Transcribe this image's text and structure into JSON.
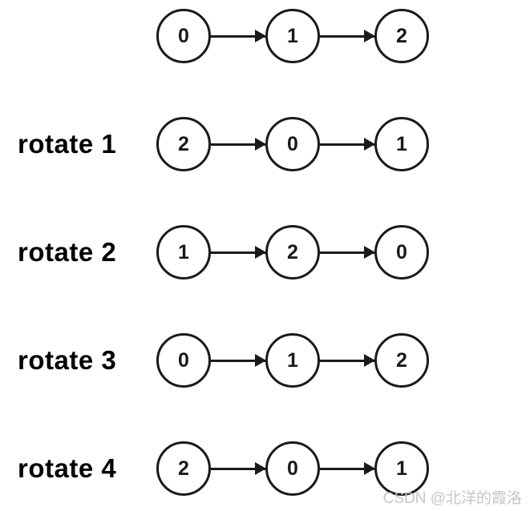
{
  "diagram": {
    "description": "linked-list rotation states",
    "stroke_color": "#1a1a1a",
    "background_color": "#ffffff",
    "watermark": "CSDN @北洋的霞洛",
    "watermark_color": "#c6c6c6",
    "rows": [
      {
        "label": "",
        "values": [
          "0",
          "1",
          "2"
        ]
      },
      {
        "label": "rotate 1",
        "values": [
          "2",
          "0",
          "1"
        ]
      },
      {
        "label": "rotate 2",
        "values": [
          "1",
          "2",
          "0"
        ]
      },
      {
        "label": "rotate 3",
        "values": [
          "0",
          "1",
          "2"
        ]
      },
      {
        "label": "rotate 4",
        "values": [
          "2",
          "0",
          "1"
        ]
      }
    ]
  }
}
